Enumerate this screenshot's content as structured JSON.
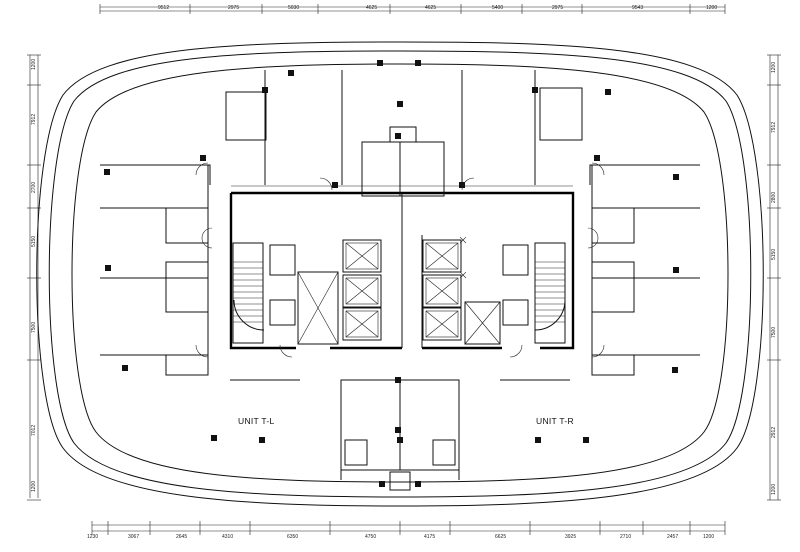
{
  "top_dimensions": [
    "9512",
    "2975",
    "5030",
    "4625",
    "4625",
    "5400",
    "2975",
    "9543",
    "1200"
  ],
  "bottom_dimensions": [
    "1230",
    "3067",
    "2645",
    "4310",
    "6350",
    "4750",
    "4175",
    "6625",
    "3925",
    "2710",
    "2457",
    "1200"
  ],
  "left_dimensions": [
    "1200",
    "7912",
    "2700",
    "5150",
    "7500",
    "7012",
    "1200"
  ],
  "right_dimensions": [
    "1200",
    "7912",
    "2800",
    "5150",
    "7500",
    "2912",
    "1200"
  ],
  "unit_labels": {
    "left": "UNIT T-L",
    "right": "UNIT T-R"
  }
}
